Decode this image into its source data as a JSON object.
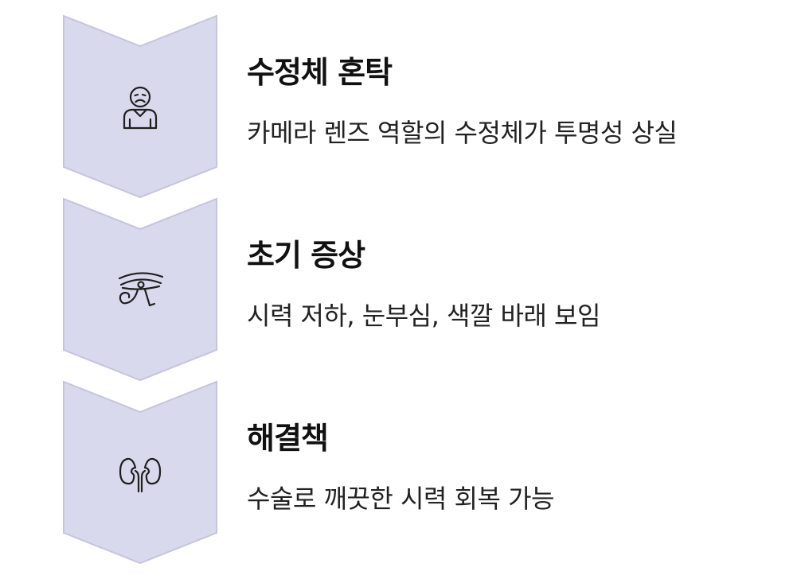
{
  "colors": {
    "chevron_fill": "#d9d9ee",
    "chevron_stroke": "#c4c4df",
    "icon_stroke": "#1f1f1f"
  },
  "steps": [
    {
      "title": "수정체 혼탁",
      "description": "카메라 렌즈 역할의 수정체가 투명성 상실",
      "icon": "sad-person-icon"
    },
    {
      "title": "초기 증상",
      "description": "시력 저하, 눈부심, 색깔 바래 보임",
      "icon": "eye-of-horus-icon"
    },
    {
      "title": "해결책",
      "description": "수술로 깨끗한 시력 회복 가능",
      "icon": "kidneys-icon"
    }
  ]
}
